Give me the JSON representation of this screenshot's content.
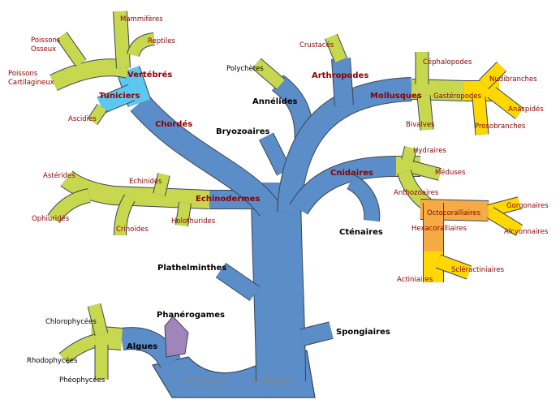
{
  "colors": {
    "trunk": "#5b8dc9",
    "green": "#c8d84e",
    "yellow": "#ffd800",
    "cyan": "#5cc8f2",
    "orange": "#f6aa44",
    "purple": "#a084bc",
    "outline": "#3b4654"
  },
  "labels": {
    "mammiferes": "Mammifères",
    "reptiles": "Reptiles",
    "poissons_osseux_1": "Poissons",
    "poissons_osseux_2": "Osseux",
    "poissons_cart_1": "Poissons",
    "poissons_cart_2": "Cartilagineux",
    "vertebres": "Vertébrés",
    "tuniciers": "Tuniciers",
    "ascidies": "Ascidies",
    "chordes": "Chordés",
    "polychetes": "Polychètes",
    "annelides": "Annélides",
    "bryozoaires": "Bryozoaires",
    "crustaces": "Crustacés",
    "arthropodes": "Arthropodes",
    "cephalopodes": "Céphalopodes",
    "mollusques": "Mollusques",
    "gasteropodes": "Gastéropodes",
    "nudibranches": "Nudibranches",
    "bivalves": "Bivalves",
    "anaspides": "Anaspidés",
    "prosobranches": "Prosobranches",
    "hydraires": "Hydraires",
    "meduses": "Méduses",
    "cnidaires": "Cnidaires",
    "anthozoaires": "Anthozoaires",
    "octocoralliaires": "Octocoralliaires",
    "hexacoralliaires": "Hexacoralliaires",
    "gorgonaires": "Gorgonaires",
    "alcyonnaires": "Alcyonnaires",
    "ctenaires": "Cténaires",
    "scleractiniaires": "Scléractiniaires",
    "actiniaires": "Actiniaires",
    "asterides": "Astérides",
    "echinides": "Echinidés",
    "echinodermes": "Echinodermes",
    "ophiurides": "Ophiuridés",
    "holothurides": "Holothurides",
    "crinoides": "Crinoïdes",
    "plathelminthes": "Plathelminthes",
    "phanerogames": "Phanérogames",
    "chlorophycees": "Chlorophycées",
    "algues": "Algues",
    "rhodophycees": "Rhodophycées",
    "pheophycees": "Phéophycées",
    "spongiaires": "Spongiaires",
    "vegetaux": "VEGETAUX",
    "animaux": "ANIMAUX"
  }
}
